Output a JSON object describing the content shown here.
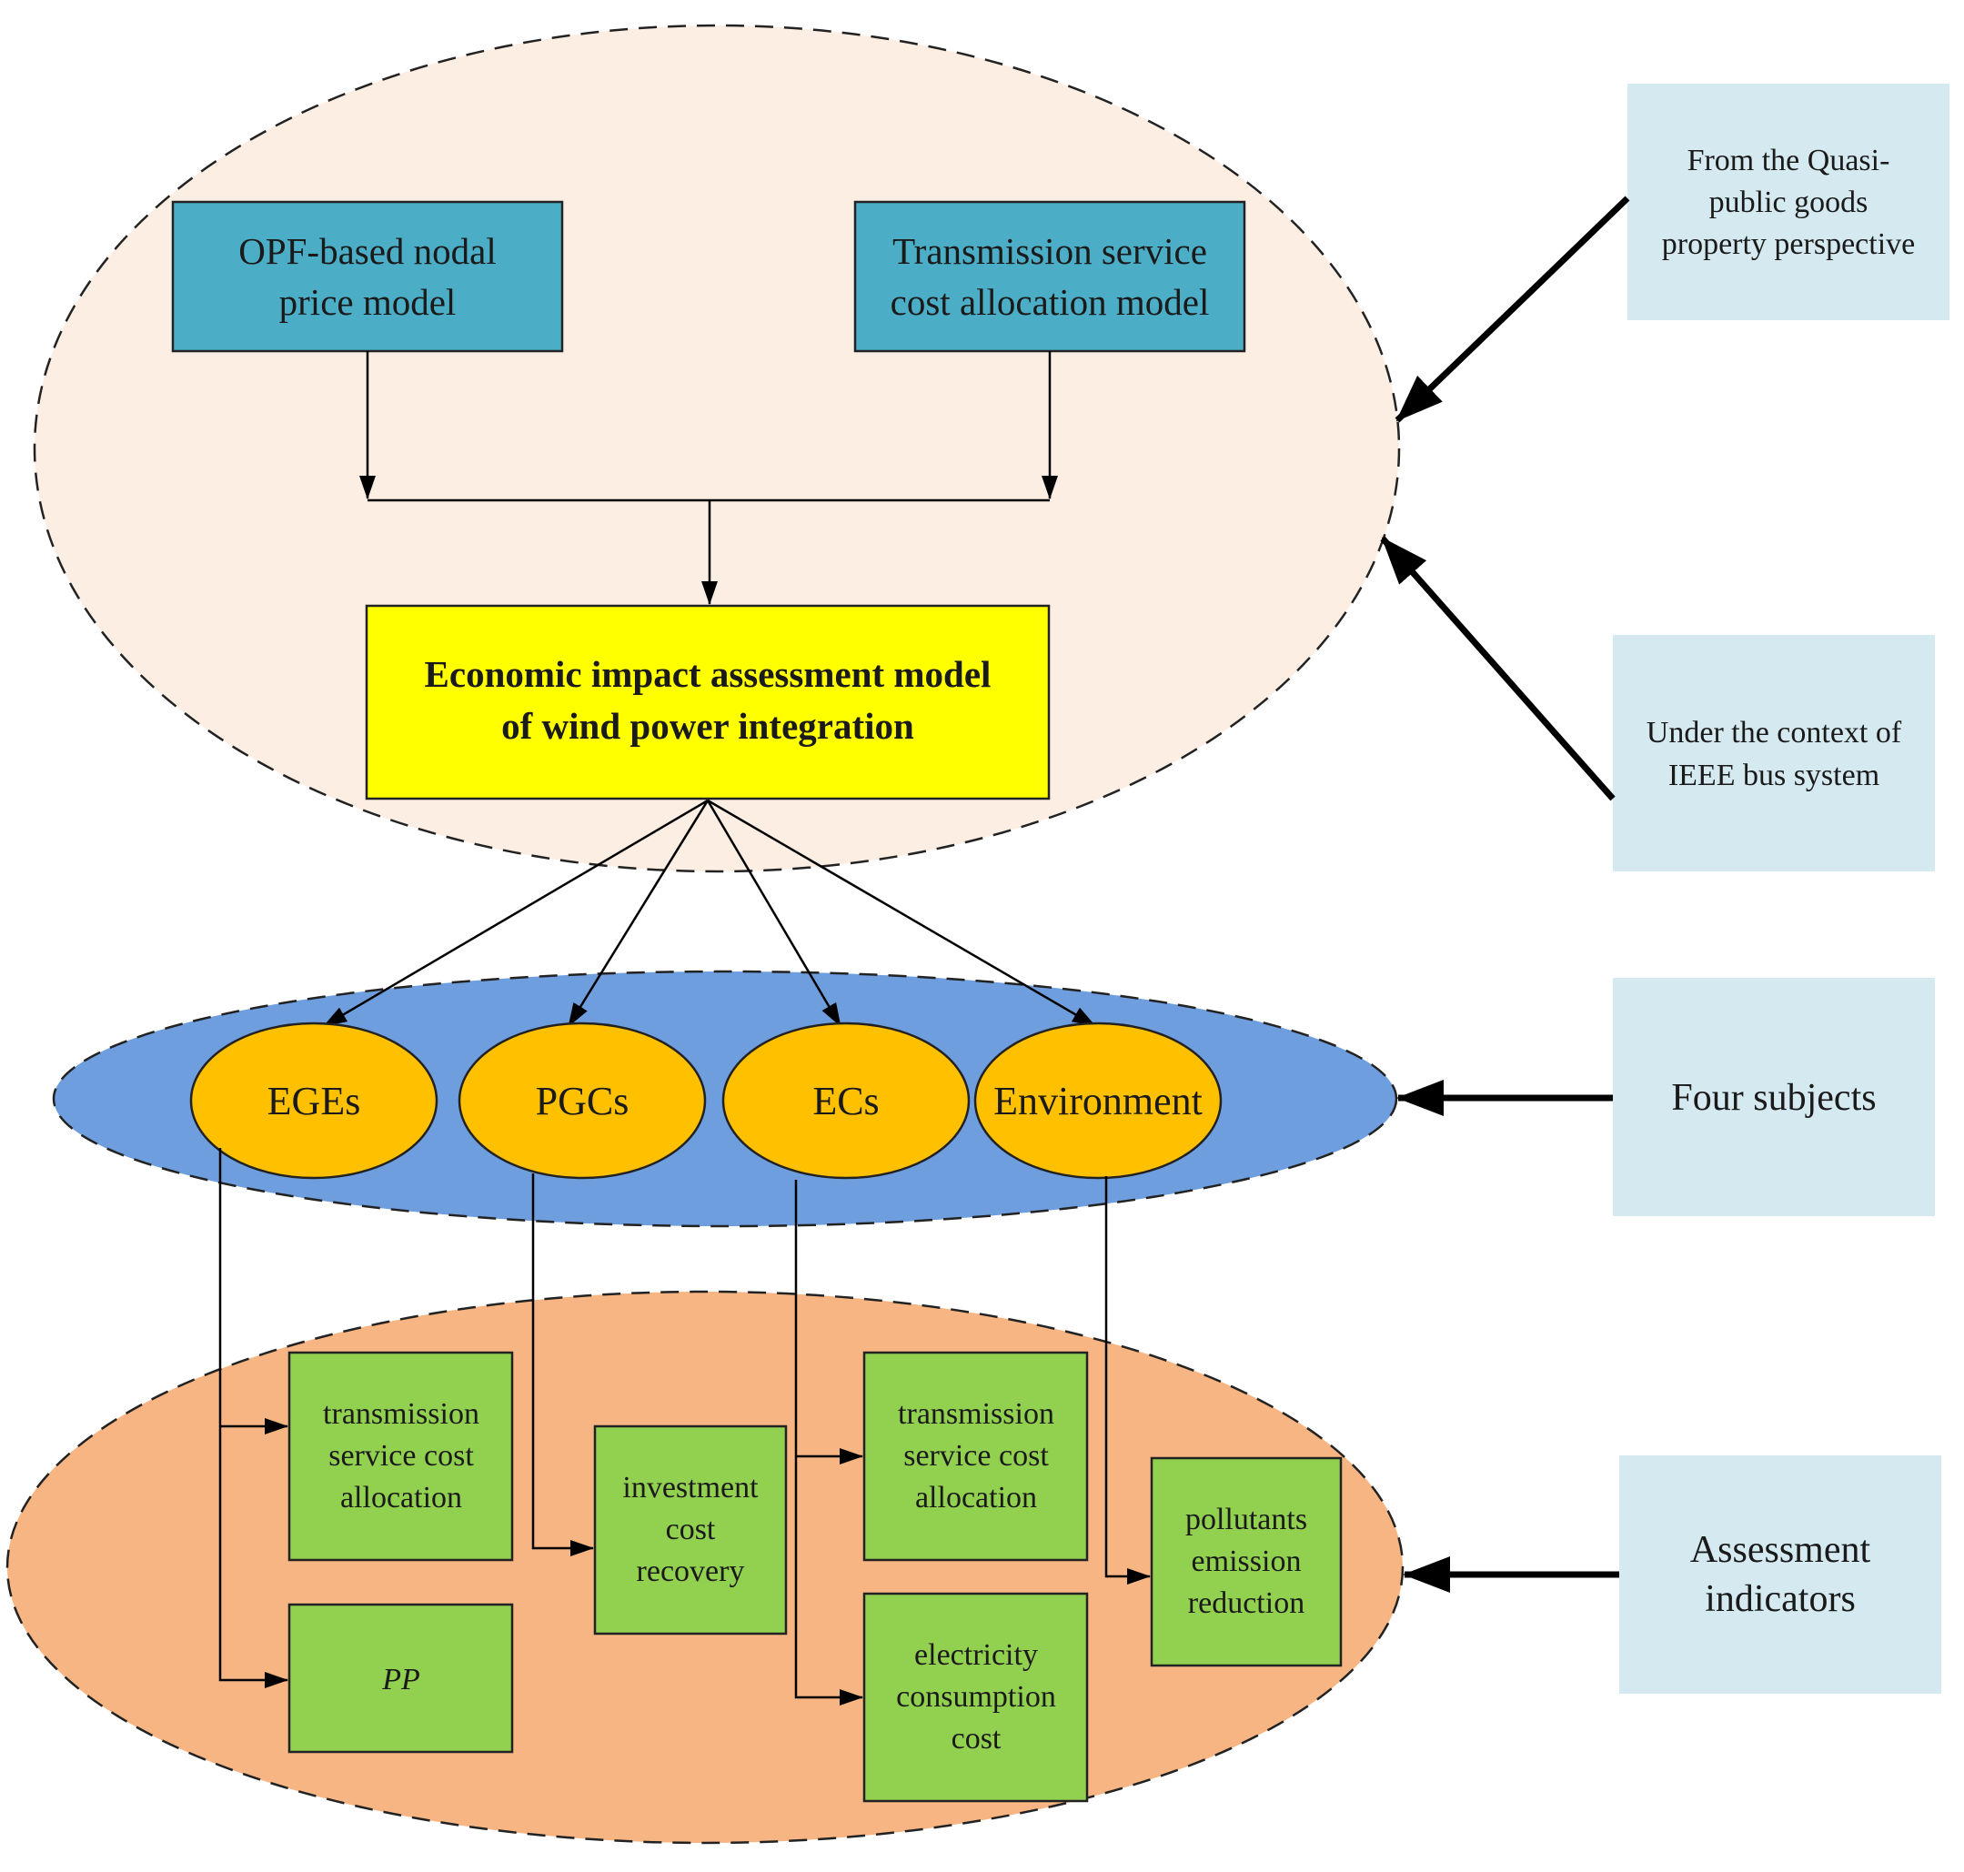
{
  "colors": {
    "model_ellipse": "#fdeee3",
    "subject_ellipse": "#6f9ede",
    "indicator_ellipse": "#f6b582",
    "model_box": "#4baec6",
    "core_box": "#ffff00",
    "subject_node": "#ffc000",
    "indicator_box": "#92d050",
    "side_box": "#d4e9f0"
  },
  "models": {
    "opf": [
      "OPF-based nodal",
      "price model"
    ],
    "tsca": [
      "Transmission service",
      "cost allocation model"
    ]
  },
  "core": [
    "Economic impact assessment model",
    "of wind power integration"
  ],
  "subjects": {
    "eges": "EGEs",
    "pgcs": "PGCs",
    "ecs": "ECs",
    "environment": "Environment"
  },
  "indicators": {
    "ege_tsca": [
      "transmission",
      "service cost",
      "allocation"
    ],
    "ege_pp": "PP",
    "pgc_icr": [
      "investment",
      "cost",
      "recovery"
    ],
    "ec_tsca": [
      "transmission",
      "service cost",
      "allocation"
    ],
    "ec_ecc": [
      "electricity",
      "consumption",
      "cost"
    ],
    "env_per": [
      "pollutants",
      "emission",
      "reduction"
    ]
  },
  "side_labels": {
    "quasi": [
      "From the Quasi-",
      "public goods",
      "property perspective"
    ],
    "ieee": [
      "Under the context of",
      "IEEE bus system"
    ],
    "subjects": "Four subjects",
    "indicators": [
      "Assessment",
      "indicators"
    ]
  }
}
